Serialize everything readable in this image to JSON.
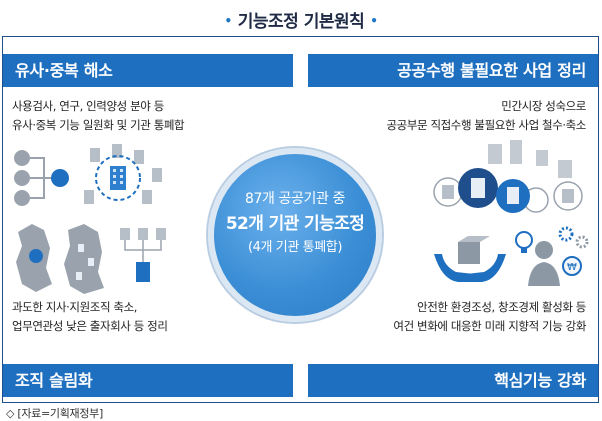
{
  "title": "기능조정 기본원칙",
  "title_dot": "•",
  "quadrants": {
    "top_left": {
      "heading": "유사·중복 해소",
      "lines": [
        "사용검사, 연구, 인력양성 분야 등",
        "유사·중복 기능 일원화 및 기관 통폐합"
      ]
    },
    "top_right": {
      "heading": "공공수행 불필요한 사업 정리",
      "lines": [
        "민간시장 성숙으로",
        "공공부문 직접수행 불필요한 사업 철수·축소"
      ]
    },
    "bottom_left": {
      "heading": "조직 슬림화",
      "lines": [
        "과도한 지사·지원조직 축소,",
        "업무연관성 낮은 출자회사 등 정리"
      ]
    },
    "bottom_right": {
      "heading": "핵심기능 강화",
      "lines": [
        "안전한 환경조성, 창조경제 활성화 등",
        "여건 변화에 대응한 미래 지향적 기능 강화"
      ]
    }
  },
  "center": {
    "line1": "87개 공공기관 중",
    "line2": "52개 기관 기능조정",
    "line3": "(4개 기관 통폐합)"
  },
  "source": "◇ [자료=기획재정부]",
  "icons": {
    "icon_coin_label": "₩"
  },
  "colors": {
    "accent": "#1e6fbf",
    "accent_dark": "#1f4e8c",
    "center": "#3c8fd6",
    "icon_gray": "#9aa3ad"
  }
}
